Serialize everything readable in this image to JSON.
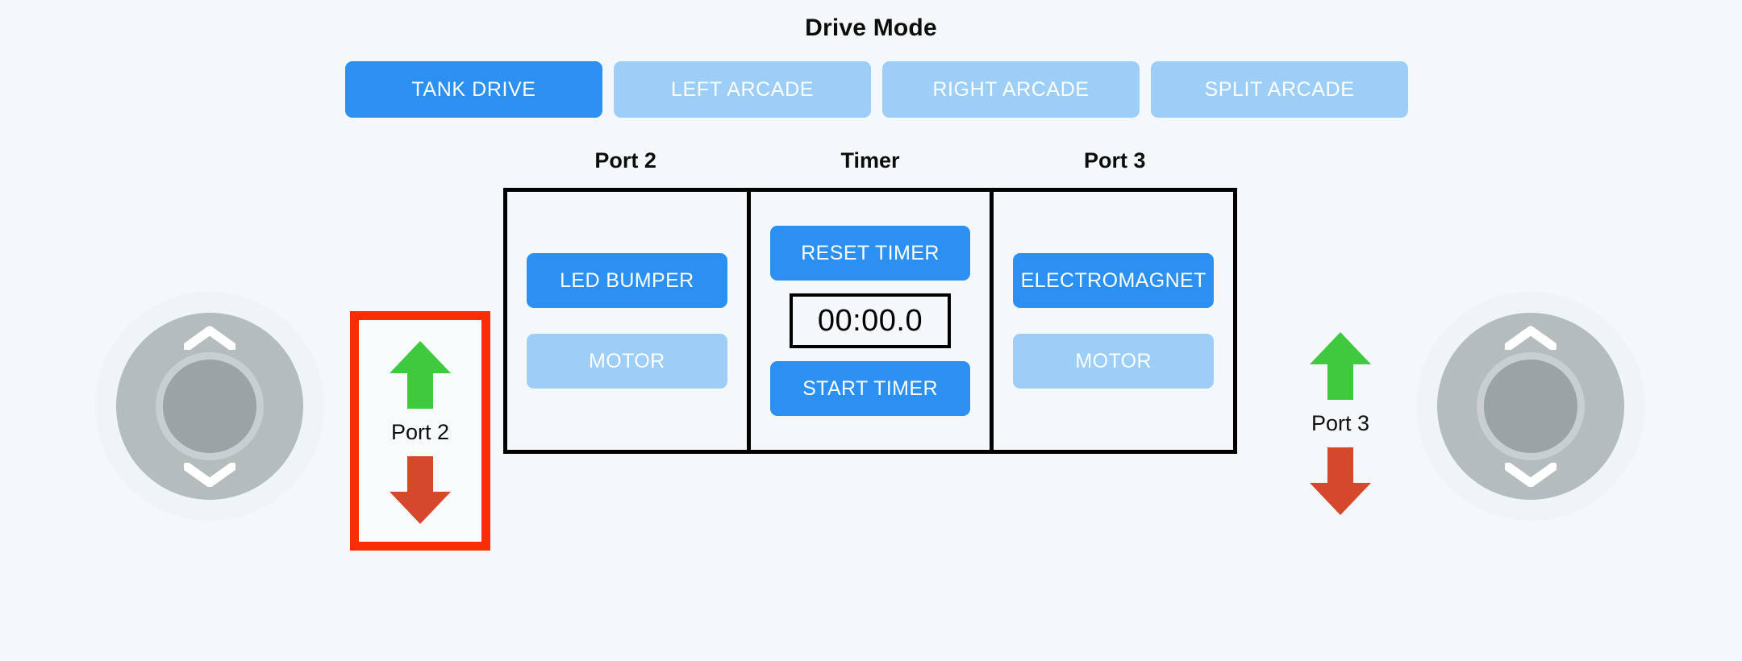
{
  "drive_mode": {
    "title": "Drive Mode",
    "modes": [
      {
        "label": "TANK DRIVE",
        "active": true
      },
      {
        "label": "LEFT ARCADE",
        "active": false
      },
      {
        "label": "RIGHT ARCADE",
        "active": false
      },
      {
        "label": "SPLIT ARCADE",
        "active": false
      }
    ]
  },
  "columns": {
    "headers": [
      "Port 2",
      "Timer",
      "Port 3"
    ]
  },
  "port2_panel": {
    "header": "Port 2",
    "primary_button": "LED BUMPER",
    "secondary_button": "MOTOR"
  },
  "timer_panel": {
    "header": "Timer",
    "reset_button": "RESET TIMER",
    "display_value": "00:00.0",
    "start_button": "START TIMER"
  },
  "port3_panel": {
    "header": "Port 3",
    "primary_button": "ELECTROMAGNET",
    "secondary_button": "MOTOR"
  },
  "port_pads": [
    {
      "label": "Port 2",
      "selected": true,
      "up_icon": "arrow-up-icon",
      "down_icon": "arrow-down-icon"
    },
    {
      "label": "Port 3",
      "selected": false,
      "up_icon": "arrow-up-icon",
      "down_icon": "arrow-down-icon"
    }
  ],
  "joysticks": [
    {
      "side": "left",
      "up_icon": "chevron-up-icon",
      "down_icon": "chevron-down-icon"
    },
    {
      "side": "right",
      "up_icon": "chevron-up-icon",
      "down_icon": "chevron-down-icon"
    }
  ],
  "colors": {
    "background": "#f4f8fa",
    "accent_blue": "#2b90f2",
    "muted_blue": "#9ccef8",
    "selection_red": "#fa2d06",
    "arrow_up_green": "#3fc93f",
    "arrow_down_red": "#d4482c",
    "panel_border": "#000000",
    "joystick_base": "#b5bcbd",
    "joystick_knob": "#9ba3a4"
  }
}
